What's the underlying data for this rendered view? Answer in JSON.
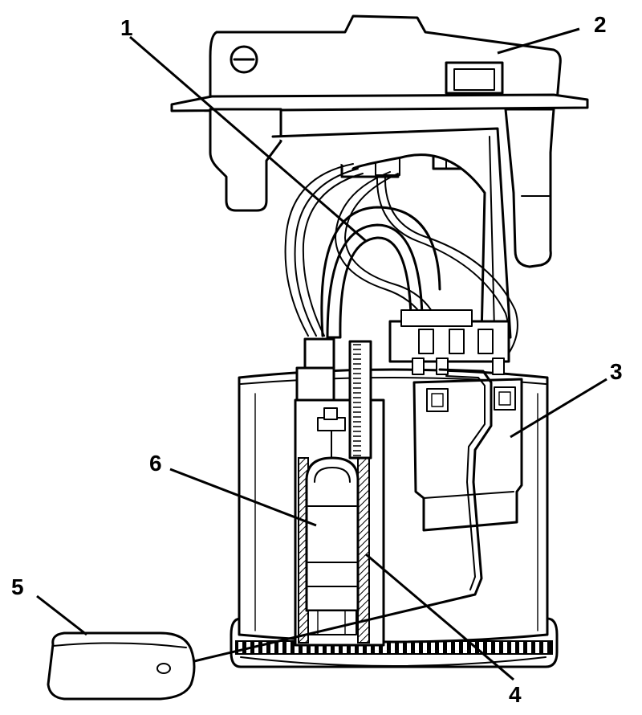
{
  "diagram": {
    "callouts": [
      {
        "id": "c1",
        "label": "1"
      },
      {
        "id": "c2",
        "label": "2"
      },
      {
        "id": "c3",
        "label": "3"
      },
      {
        "id": "c4",
        "label": "4"
      },
      {
        "id": "c5",
        "label": "5"
      },
      {
        "id": "c6",
        "label": "6"
      }
    ]
  }
}
